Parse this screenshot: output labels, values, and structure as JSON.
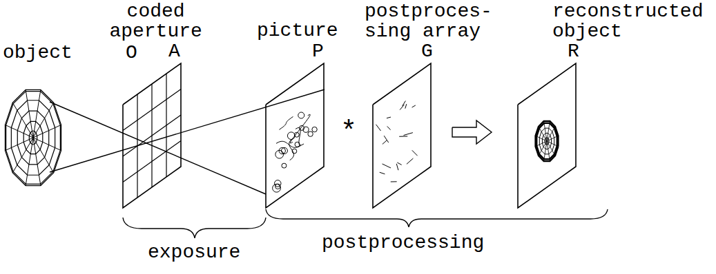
{
  "diagram": {
    "labels": [
      "object",
      "O",
      "coded aperture",
      "A",
      "picture",
      "P",
      "postproces- sing array",
      "G",
      "*",
      "reconstructed object",
      "R",
      "exposure",
      "postprocessing"
    ]
  }
}
